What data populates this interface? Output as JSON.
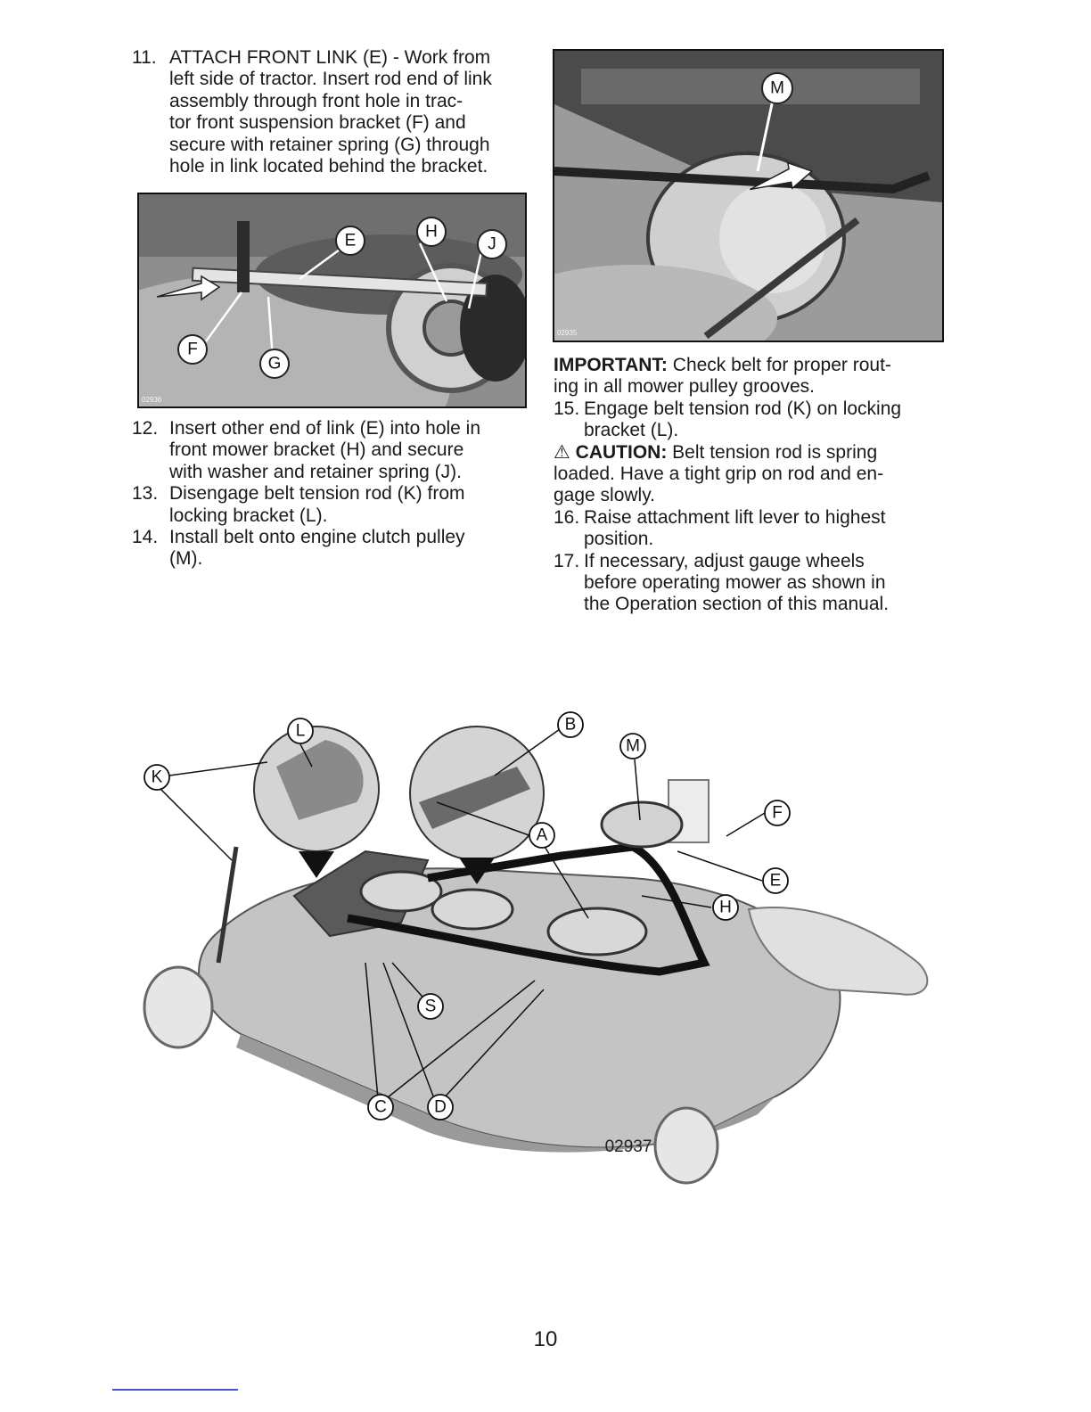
{
  "left_column": {
    "step11": {
      "number": "11.",
      "lines": [
        "ATTACH FRONT LINK (E) - Work from",
        "left side of tractor. Insert rod end of link",
        "assembly through front hole in trac-",
        "tor front suspension bracket (F) and",
        "secure with retainer spring (G) through",
        "hole in link located behind the bracket."
      ]
    },
    "photo1": {
      "ref": "02936",
      "callouts": [
        "E",
        "H",
        "J",
        "F",
        "G"
      ]
    },
    "step12": {
      "number": "12.",
      "lines": [
        "Insert other end of link (E) into hole in",
        "front mower bracket (H) and secure",
        "with washer and retainer spring (J)."
      ]
    },
    "step13": {
      "number": "13.",
      "lines": [
        "Disengage belt tension rod (K) from",
        "locking bracket (L)."
      ]
    },
    "step14": {
      "number": "14.",
      "lines": [
        "Install belt onto engine clutch pulley",
        "(M)."
      ]
    }
  },
  "right_column": {
    "photo2": {
      "ref": "02935",
      "callouts": [
        "M"
      ]
    },
    "important": {
      "label": "IMPORTANT:",
      "line1": "Check belt for proper rout-",
      "line2": "ing in all mower pulley grooves."
    },
    "step15": {
      "number": "15.",
      "lines": [
        "Engage belt tension rod (K) on locking",
        "bracket (L)."
      ]
    },
    "caution": {
      "symbol": "⚠",
      "label": "CAUTION:",
      "line1": "Belt tension rod is spring",
      "line2": "loaded. Have a tight grip on rod and en-",
      "line3": "gage slowly."
    },
    "step16": {
      "number": "16.",
      "lines": [
        "Raise attachment lift lever to highest",
        "position."
      ]
    },
    "step17": {
      "number": "17.",
      "lines": [
        "If necessary, adjust gauge wheels",
        "before operating mower as shown in",
        "the Operation section of this manual."
      ]
    }
  },
  "deck_diagram": {
    "ref": "02937",
    "callouts": [
      "L",
      "B",
      "M",
      "K",
      "F",
      "A",
      "E",
      "H",
      "S",
      "C",
      "D"
    ]
  },
  "page_number": "10"
}
